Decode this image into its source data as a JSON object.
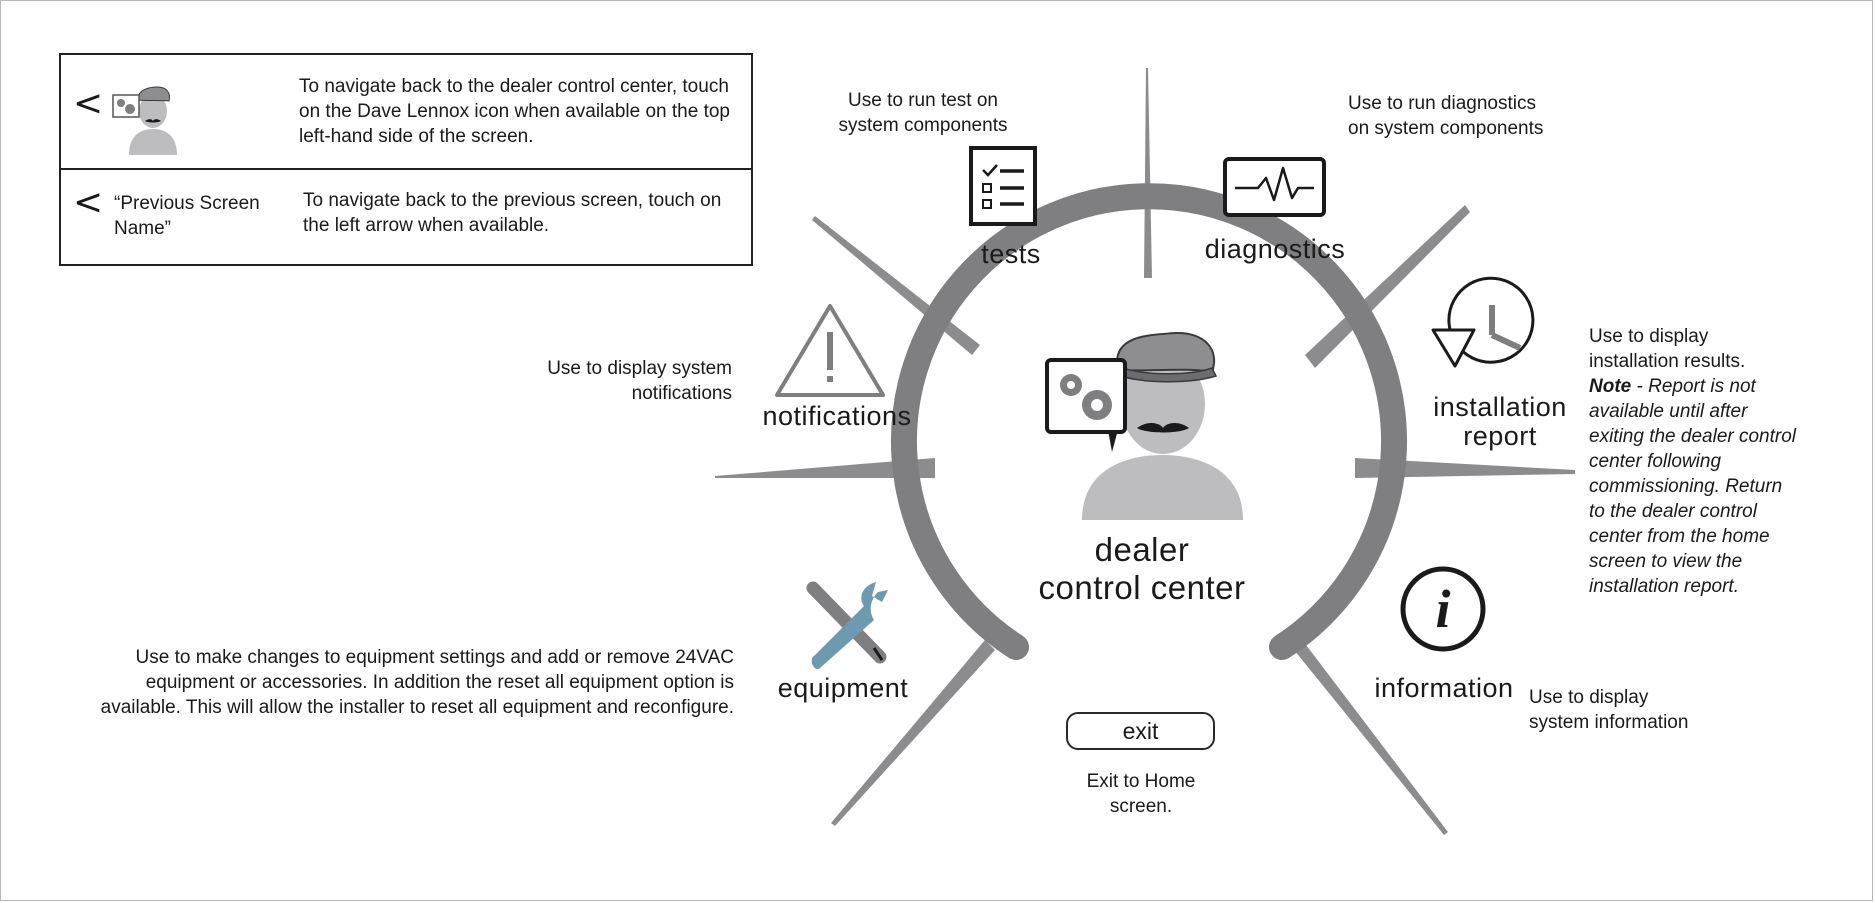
{
  "legend": {
    "dealer_icon_note": "To navigate back to the dealer control center, touch on the Dave Lennox icon when available on the top left-hand side of the screen.",
    "previous_screen_name": "“Previous Screen Name”",
    "previous_screen_note": "To navigate back to the previous screen, touch on the left arrow when available.",
    "chevron": "<"
  },
  "center": {
    "label_line1": "dealer",
    "label_line2": "control center"
  },
  "tests": {
    "label": "tests",
    "description": "Use to run test on system components"
  },
  "diagnostics": {
    "label": "diagnostics",
    "description": "Use to run diagnostics on system components"
  },
  "notifications": {
    "label": "notifications",
    "description": "Use to display system notifications"
  },
  "installation_report": {
    "label_line1": "installation",
    "label_line2": "report",
    "description_intro": "Use to display installation results.",
    "note_bold": "Note",
    "note_text": " - Report is not available until after exiting the dealer control center following commissioning. Return to the dealer control center from the home screen to view the installation report."
  },
  "equipment": {
    "label": "equipment",
    "description": "Use to make changes to equipment settings and add or remove 24VAC equipment or accessories. In addition the reset all equipment option is available. This will allow the installer to reset all equipment and reconfigure."
  },
  "information": {
    "label": "information",
    "description": "Use to display system information",
    "icon_glyph": "i"
  },
  "exit": {
    "label": "exit",
    "description": "Exit to Home screen."
  },
  "colors": {
    "ring": "#7f7f82",
    "spoke": "#8c8c8f",
    "avatar": "#bdbdbf",
    "avatar_dark": "#8e8e91",
    "text": "#1a1a1a"
  }
}
